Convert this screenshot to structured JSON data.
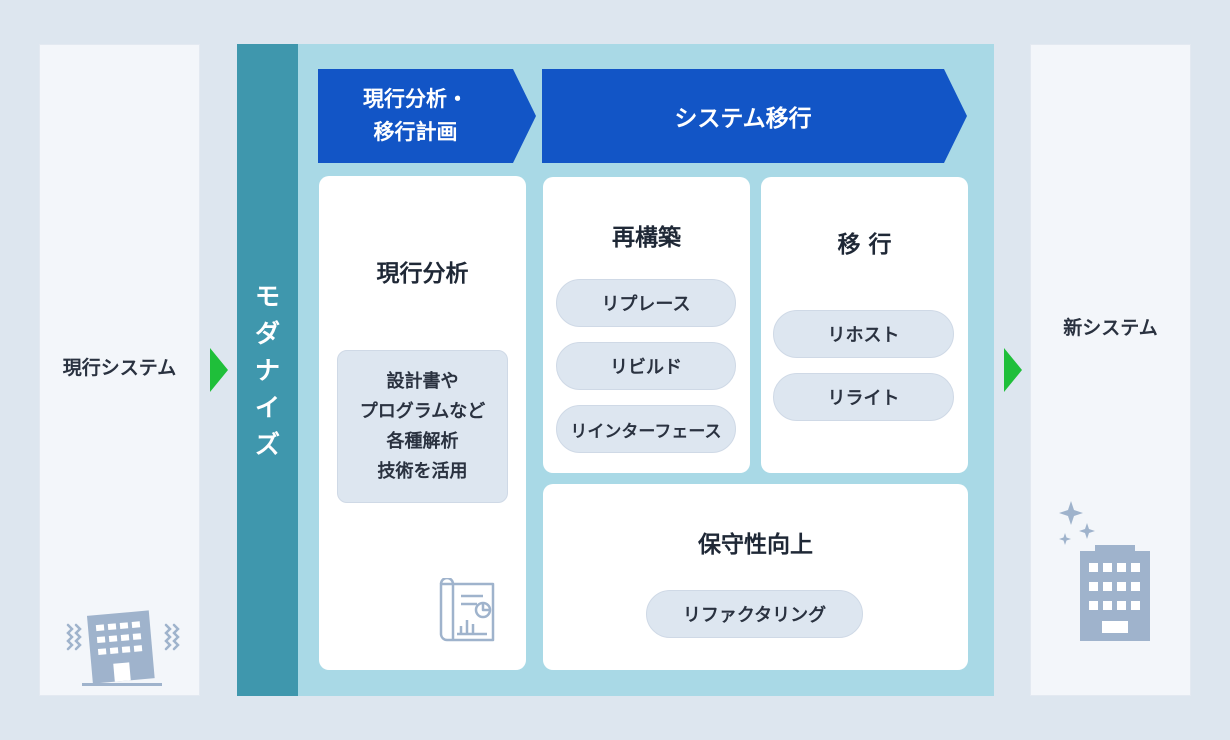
{
  "left_panel": {
    "title": "現行システム",
    "icon": "shaking-building-icon"
  },
  "right_panel": {
    "title": "新システム",
    "icon": "sparkling-building-icon"
  },
  "modernize": {
    "label": "モダナイズ"
  },
  "phases": {
    "analysis": {
      "line1": "現行分析・",
      "line2": "移行計画"
    },
    "migration": {
      "label": "システム移行"
    }
  },
  "analysis_card": {
    "title": "現行分析",
    "box_lines": [
      "設計書や",
      "プログラムなど",
      "各種解析",
      "技術を活用"
    ],
    "icon": "document-chart-icon"
  },
  "rebuild_card": {
    "title": "再構築",
    "items": [
      "リプレース",
      "リビルド",
      "リインターフェース"
    ]
  },
  "migrate_card": {
    "title": "移 行",
    "items": [
      "リホスト",
      "リライト"
    ]
  },
  "maintain_card": {
    "title": "保守性向上",
    "items": [
      "リファクタリング"
    ]
  },
  "colors": {
    "background": "#dde6ef",
    "phase_blue": "#1255c6",
    "modernize_teal": "#3f97ad",
    "center_bg": "#a9d9e6",
    "arrow_green": "#1fbf3a",
    "icon_gray": "#9fb3cc"
  }
}
